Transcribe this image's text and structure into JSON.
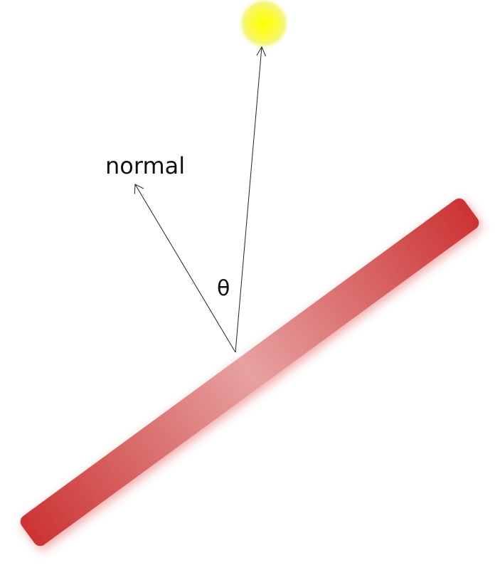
{
  "labels": {
    "normal": "normal",
    "angle": "θ"
  },
  "colors": {
    "background": "#ffffff",
    "surface_edge": "#cc3333",
    "surface_center": "#e7a1a1",
    "sun_core": "#ffff00",
    "sun_glow": "#f4f48a",
    "arrow_stroke": "#222222"
  },
  "icons": {
    "light_source": "sun-icon",
    "surface": "surface-slab"
  }
}
